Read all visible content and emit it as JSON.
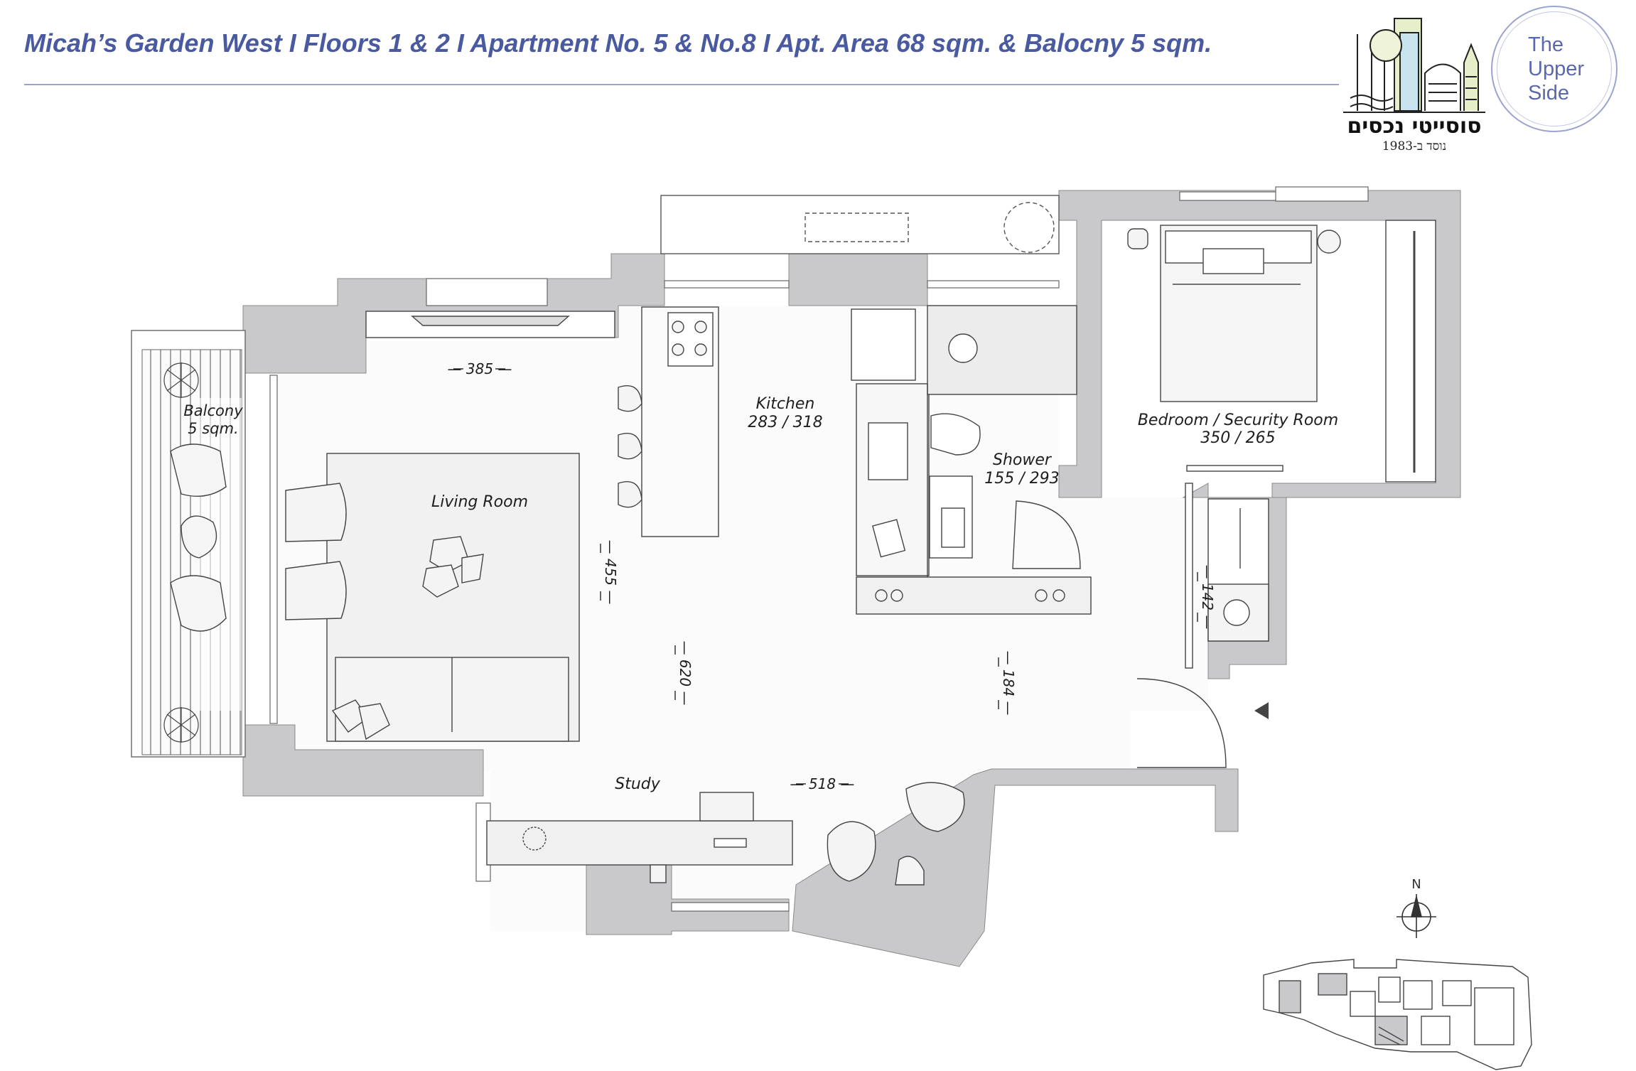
{
  "header": {
    "title": "Micah’s Garden West   I   Floors 1 & 2   I  Apartment No. 5 & No.8  I  Apt. Area 68 sqm. & Balocny 5 sqm."
  },
  "brand": {
    "seal_line1": "The",
    "seal_line2": "Upper",
    "seal_line3": "Side",
    "hebrew_name": "סוסייטי נכסים",
    "hebrew_subtitle": "נוסד ב-1983",
    "accent_color": "#4a5aa0"
  },
  "rooms": {
    "balcony": {
      "name": "Balcony",
      "area": "5 sqm."
    },
    "living": {
      "name": "Living Room"
    },
    "kitchen": {
      "name": "Kitchen",
      "dims": "283 / 318"
    },
    "shower": {
      "name": "Shower",
      "dims": "155 / 293"
    },
    "bedroom": {
      "name": "Bedroom / Security Room",
      "dims": "350 / 265"
    },
    "study": {
      "name": "Study"
    }
  },
  "dimensions": {
    "living_width": "385",
    "living_depth": "455",
    "main_depth": "620",
    "hall_depth": "184",
    "study_width": "518",
    "closet_depth": "142"
  },
  "compass": {
    "north": "N"
  },
  "colors": {
    "wall": "#c9c9cb",
    "floor": "#f4f4f4",
    "line": "#333333"
  }
}
